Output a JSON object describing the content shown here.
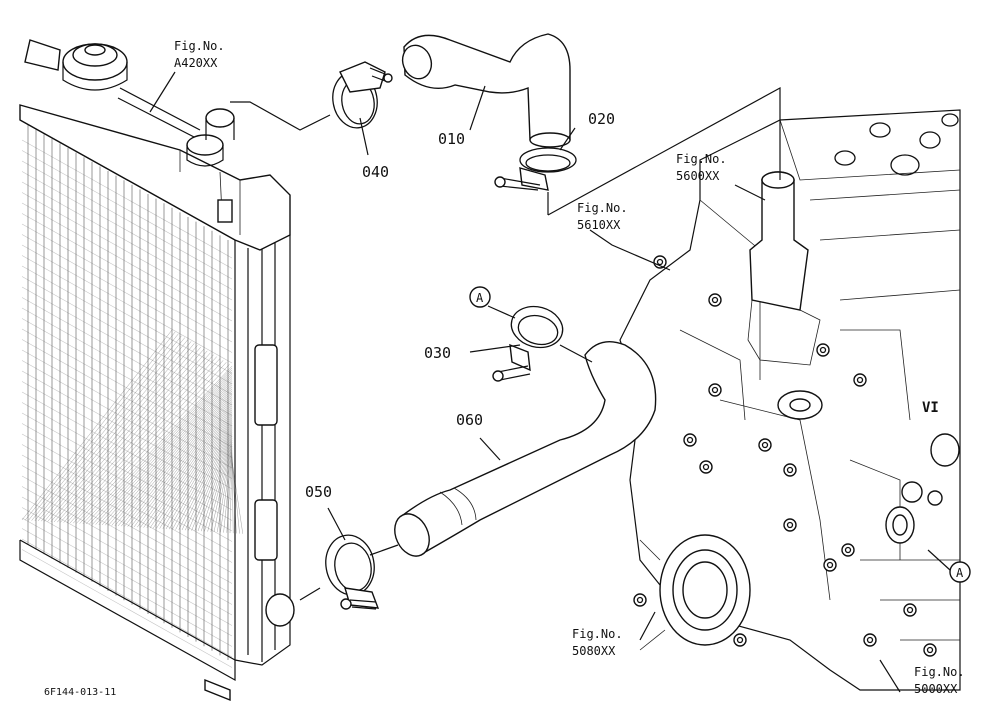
{
  "diagram_code": "6F144-013-11",
  "colors": {
    "ink": "#111111",
    "background": "#ffffff"
  },
  "parts": [
    {
      "id": "p010",
      "label": "010"
    },
    {
      "id": "p020",
      "label": "020"
    },
    {
      "id": "p030",
      "label": "030"
    },
    {
      "id": "p040",
      "label": "040"
    },
    {
      "id": "p050",
      "label": "050"
    },
    {
      "id": "p060",
      "label": "060"
    }
  ],
  "figure_refs": [
    {
      "id": "a420",
      "prefix": "Fig.No.",
      "number": "A420XX"
    },
    {
      "id": "5600",
      "prefix": "Fig.No.",
      "number": "5600XX"
    },
    {
      "id": "5610",
      "prefix": "Fig.No.",
      "number": "5610XX"
    },
    {
      "id": "5080",
      "prefix": "Fig.No.",
      "number": "5080XX"
    },
    {
      "id": "5000",
      "prefix": "Fig.No.",
      "number": "5000XX"
    }
  ],
  "connection_markers": [
    {
      "id": "a-top",
      "letter": "A"
    },
    {
      "id": "a-right",
      "letter": "A"
    }
  ]
}
